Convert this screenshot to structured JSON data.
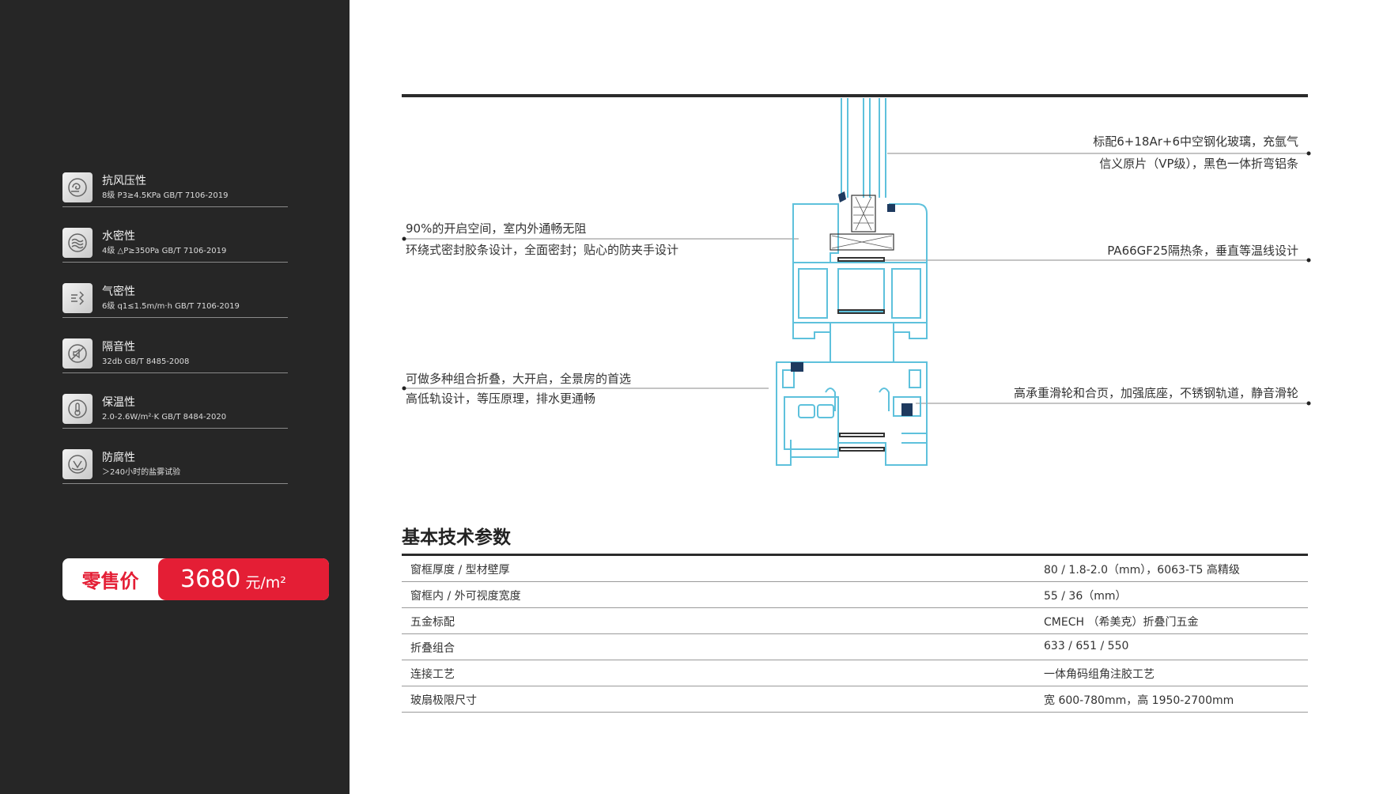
{
  "sidebar": {
    "specs": [
      {
        "icon": "wind-pressure-icon",
        "title": "抗风压性",
        "sub": "8级  P3≥4.5KPa  GB/T 7106-2019"
      },
      {
        "icon": "water-wave-icon",
        "title": "水密性",
        "sub": "4级  △P≥350Pa  GB/T 7106-2019"
      },
      {
        "icon": "air-flow-icon",
        "title": "气密性",
        "sub": "6级  q1≤1.5m/m·h  GB/T 7106-2019"
      },
      {
        "icon": "sound-mute-icon",
        "title": "隔音性",
        "sub": "32db  GB/T 8485-2008"
      },
      {
        "icon": "thermometer-icon",
        "title": "保温性",
        "sub": "2.0-2.6W/m²·K  GB/T 8484-2020"
      },
      {
        "icon": "corrosion-shield-icon",
        "title": "防腐性",
        "sub": "＞240小时的盐雾试验"
      }
    ],
    "price": {
      "label": "零售价",
      "value": "3680",
      "unit": "元/m²"
    }
  },
  "callouts": {
    "glass_line1": "标配6+18Ar+6中空钢化玻璃，充氩气",
    "glass_line2": "信义原片（VP级），黑色一体折弯铝条",
    "opening_line1": "90%的开启空间，室内外通畅无阻",
    "opening_line2": "环绕式密封胶条设计，全面密封；贴心的防夹手设计",
    "thermal": "PA66GF25隔热条，垂直等温线设计",
    "combo_line1": "可做多种组合折叠，大开启，全景房的首选",
    "combo_line2": "高低轨设计，等压原理，排水更通畅",
    "wheel": "高承重滑轮和合页，加强底座，不锈钢轨道，静音滑轮"
  },
  "params": {
    "title": "基本技术参数",
    "rows": [
      {
        "name": "窗框厚度 / 型材壁厚",
        "value": "80 / 1.8-2.0（mm），6063-T5  高精级"
      },
      {
        "name": "窗框内 / 外可视度宽度",
        "value": "55 / 36（mm）"
      },
      {
        "name": "五金标配",
        "value": "CMECH （希美克）折叠门五金"
      },
      {
        "name": "折叠组合",
        "value": "633 / 651 / 550"
      },
      {
        "name": "连接工艺",
        "value": "一体角码组角注胶工艺"
      },
      {
        "name": "玻扇极限尺寸",
        "value": "宽 600-780mm，高 1950-2700mm"
      }
    ]
  },
  "colors": {
    "accent": "#e41e35",
    "profile": "#5ec1dc",
    "panel": "#262626"
  }
}
